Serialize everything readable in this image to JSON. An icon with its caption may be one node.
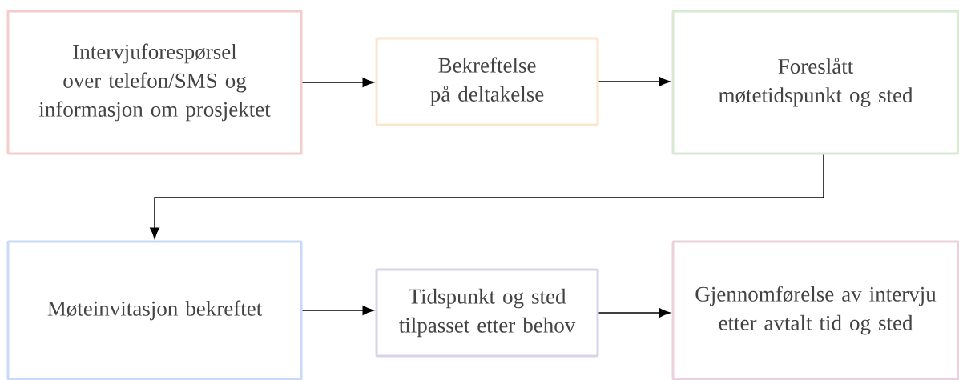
{
  "diagram": {
    "nodes": [
      {
        "text": [
          "Intervjuforespørsel over telefon/SMS og informasjon om prosjektet"
        ]
      },
      {
        "text": [
          "Bekreftelse på deltakelse"
        ]
      },
      {
        "text": [
          "Foreslått møtetidspunkt og sted"
        ]
      },
      {
        "text": [
          "Møteinvitasjon bekreftet"
        ]
      },
      {
        "text": [
          "Tidspunkt og sted tilpasset etter behov"
        ]
      },
      {
        "text": [
          "Gjennomførelse av intervju etter avtalt tid og sted"
        ]
      }
    ],
    "edges": [
      {
        "from": 0,
        "to": 1,
        "arrow": "to"
      },
      {
        "from": 1,
        "to": 2,
        "arrow": "to"
      },
      {
        "from": 2,
        "to": 3,
        "arrow": "to"
      },
      {
        "from": 3,
        "to": 4,
        "arrow": "to"
      },
      {
        "from": 4,
        "to": 5,
        "arrow": "to"
      }
    ]
  }
}
